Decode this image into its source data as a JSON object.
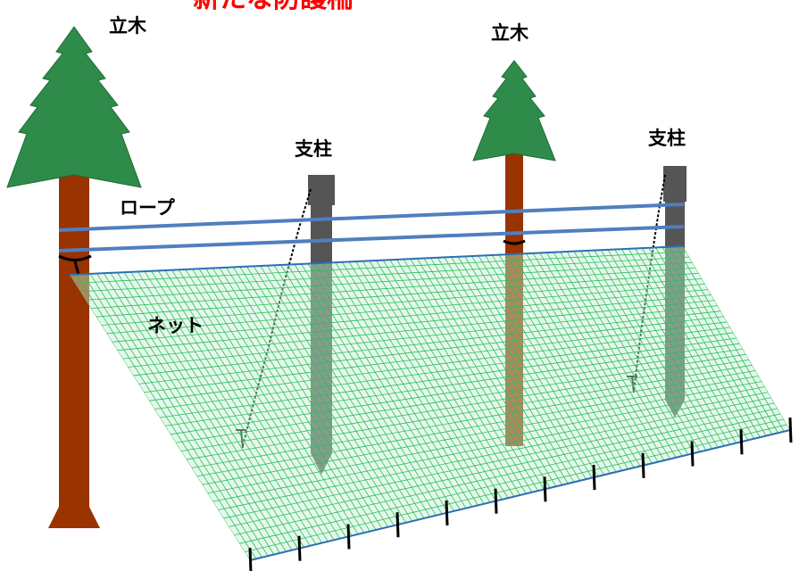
{
  "title": "新たな防護柵",
  "labels": {
    "tree_left": "立木",
    "tree_right": "立木",
    "post_left": "支柱",
    "post_right": "支柱",
    "rope": "ロープ",
    "net": "ネット"
  },
  "colors": {
    "title": "#ff0000",
    "foliage": "#2e8b4a",
    "foliage_edge": "#1f6b35",
    "trunk": "#993300",
    "post": "#555555",
    "rope": "#4f7fbf",
    "net_fill": "#c8efd4",
    "net_line": "#2bbf5a",
    "net_edge": "#2b6fb3",
    "anchor": "#000000"
  }
}
